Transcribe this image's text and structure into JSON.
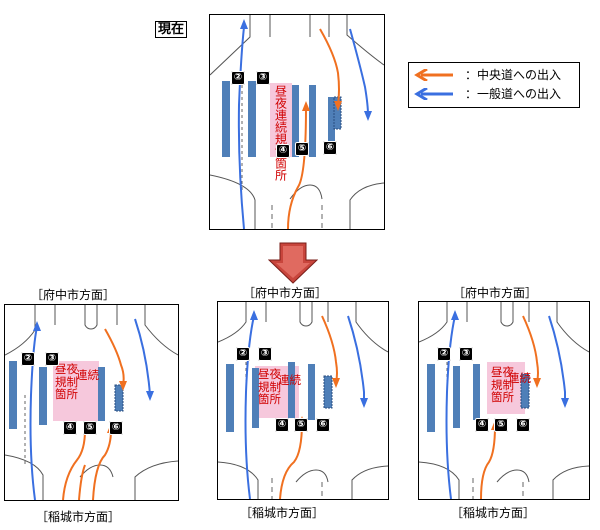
{
  "header": {
    "current_label": "現在"
  },
  "legend": {
    "orange_label": "：中央道への出入",
    "blue_label": "：一般道への出入"
  },
  "colors": {
    "orange": "#f07020",
    "blue": "#3a6fe0",
    "barrier": "#4f7fb8",
    "zone": "#f6c8dc",
    "zone_text": "#d00000",
    "arrow_down": "#c8453c"
  },
  "badges": {
    "b2": "②",
    "b3": "③",
    "b4": "④",
    "b5": "⑤",
    "b6": "⑥"
  },
  "zone_labels": {
    "current": "昼夜連続規制箇所",
    "left_line1": "昼夜",
    "left_line2": "規制",
    "left_line3": "箇所",
    "left_line4": "連続",
    "mid_line1": "昼夜",
    "mid_line2": "規制",
    "mid_line3": "箇所",
    "mid_line4": "連続",
    "right_line1": "昼夜",
    "right_line2": "規制",
    "right_line3": "箇所",
    "right_line4": "連続"
  },
  "directions": {
    "fuchu": "［府中市方面］",
    "inagi": "［稲城市方面］"
  }
}
